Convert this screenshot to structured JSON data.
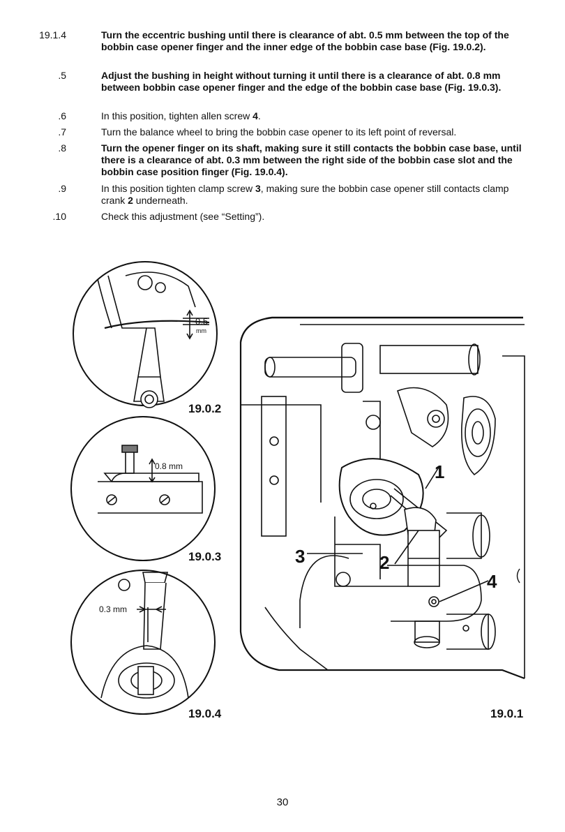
{
  "steps": [
    {
      "num": "19.1.4",
      "bold": true,
      "text": "Turn the eccentric bushing until there is clearance of abt. 0.5 mm between the top of the bobbin case opener finger and the inner edge of the bobbin case base (Fig. 19.0.2)."
    },
    {
      "num": ".5",
      "bold": true,
      "text": "Adjust the bushing in height without turning it until there is a clearance of abt. 0.8 mm between bobbin case opener finger and the edge of the bobbin case base (Fig. 19.0.3)."
    },
    {
      "num": ".6",
      "bold": false,
      "pre": "In this position, tighten allen screw ",
      "strong": "4",
      "post": "."
    },
    {
      "num": ".7",
      "bold": false,
      "text": "Turn the balance wheel to bring the bobbin case opener to its left point of reversal."
    },
    {
      "num": ".8",
      "bold": true,
      "text": "Turn the opener finger on its shaft, making sure it still contacts the bobbin case base, until there is a clearance of abt. 0.3 mm between the right side of the bobbin case slot and the bobbin case position finger (Fig. 19.0.4)."
    },
    {
      "num": ".9",
      "bold": false,
      "pre": "In this position tighten clamp screw ",
      "strong": "3",
      "mid": ", making sure the bobbin case opener still contacts clamp crank ",
      "strong2": "2",
      "post": " underneath."
    },
    {
      "num": ".10",
      "bold": false,
      "text": "Check this adjustment (see “Setting”)."
    }
  ],
  "figures": {
    "fig_19_0_2": {
      "caption": "19.0.2",
      "dim_value": "0.5",
      "dim_unit": "mm"
    },
    "fig_19_0_3": {
      "caption": "19.0.3",
      "dim_label": "0.8 mm"
    },
    "fig_19_0_4": {
      "caption": "19.0.4",
      "dim_label": "0.3 mm"
    },
    "fig_19_0_1": {
      "caption": "19.0.1",
      "callouts": [
        "1",
        "2",
        "3",
        "4"
      ]
    }
  },
  "page_number": "30"
}
